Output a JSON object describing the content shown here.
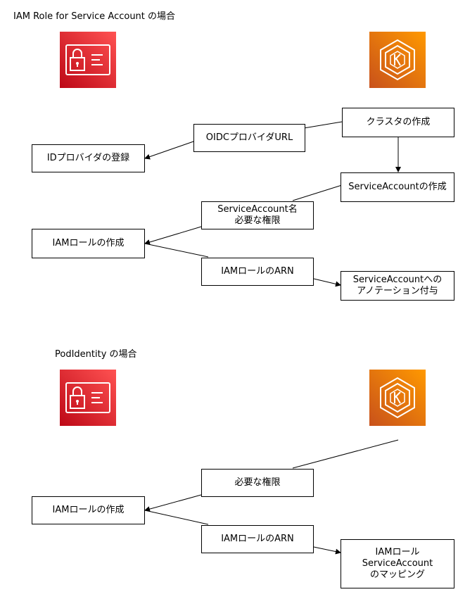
{
  "irsa": {
    "title": "IAM Role for Service Account の場合",
    "cluster_create": "クラスタの作成",
    "oidc_url": "OIDCプロバイダURL",
    "idp_register": "IDプロバイダの登録",
    "sa_create": "ServiceAccountの作成",
    "sa_name_perms": "ServiceAccount名\n必要な権限",
    "iam_role_create": "IAMロールの作成",
    "iam_role_arn": "IAMロールのARN",
    "sa_annotation": "ServiceAccountへの\nアノテーション付与"
  },
  "pod_identity": {
    "title": "PodIdentity の場合",
    "perms": "必要な権限",
    "iam_role_create": "IAMロールの作成",
    "iam_role_arn": "IAMロールのARN",
    "mapping": "IAMロール\nServiceAccount\nのマッピング"
  },
  "icons": {
    "iam": "iam-role-icon",
    "eks": "eks-icon",
    "iam_color": "#e7262d",
    "eks_color": "#f08a1c"
  }
}
